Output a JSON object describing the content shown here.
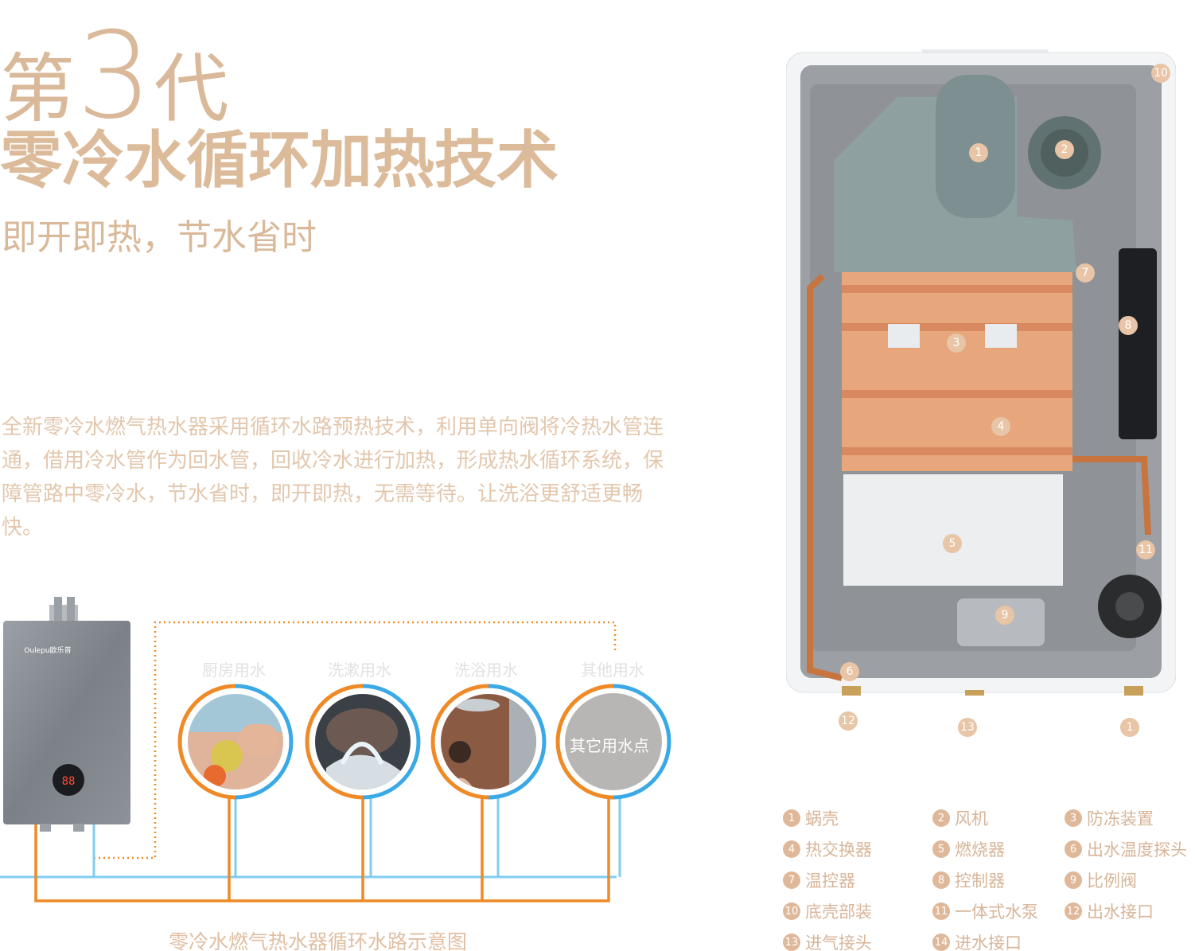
{
  "headline": {
    "gen_prefix": "第",
    "gen_number": "3",
    "gen_suffix": "代",
    "title": "零冷水循环加热技术",
    "subtitle": "即开即热，节水省时"
  },
  "description": "全新零冷水燃气热水器采用循环水路预热技术，利用单向阀将冷热水管连通，借用冷水管作为回水管，回收冷水进行加热，形成热水循环系统，保障管路中零冷水，节水省时，即开即热，无需等待。让洗浴更舒适更畅快。",
  "circuit": {
    "brand": "Oulepu欧乐普",
    "uses": [
      "厨房用水",
      "洗漱用水",
      "洗浴用水",
      "其他用水"
    ],
    "other_point": "其它用水点",
    "caption": "零冷水燃气热水器循环水路示意图",
    "colors": {
      "hot": "#f08a25",
      "cold": "#3aa9e6",
      "dotted": "#f08a25"
    }
  },
  "heater_badges": [
    "1",
    "2",
    "3",
    "4",
    "5",
    "6",
    "7",
    "8",
    "9",
    "10",
    "11",
    "12",
    "13",
    "1"
  ],
  "legend": [
    {
      "n": "1",
      "label": "蜗壳"
    },
    {
      "n": "2",
      "label": "风机"
    },
    {
      "n": "3",
      "label": "防冻装置"
    },
    {
      "n": "4",
      "label": "热交换器"
    },
    {
      "n": "5",
      "label": "燃烧器"
    },
    {
      "n": "6",
      "label": "出水温度探头"
    },
    {
      "n": "7",
      "label": "温控器"
    },
    {
      "n": "8",
      "label": "控制器"
    },
    {
      "n": "9",
      "label": "比例阀"
    },
    {
      "n": "10",
      "label": "底壳部装"
    },
    {
      "n": "11",
      "label": "一体式水泵"
    },
    {
      "n": "12",
      "label": "出水接口"
    },
    {
      "n": "13",
      "label": "进气接头"
    },
    {
      "n": "14",
      "label": "进水接口"
    }
  ]
}
